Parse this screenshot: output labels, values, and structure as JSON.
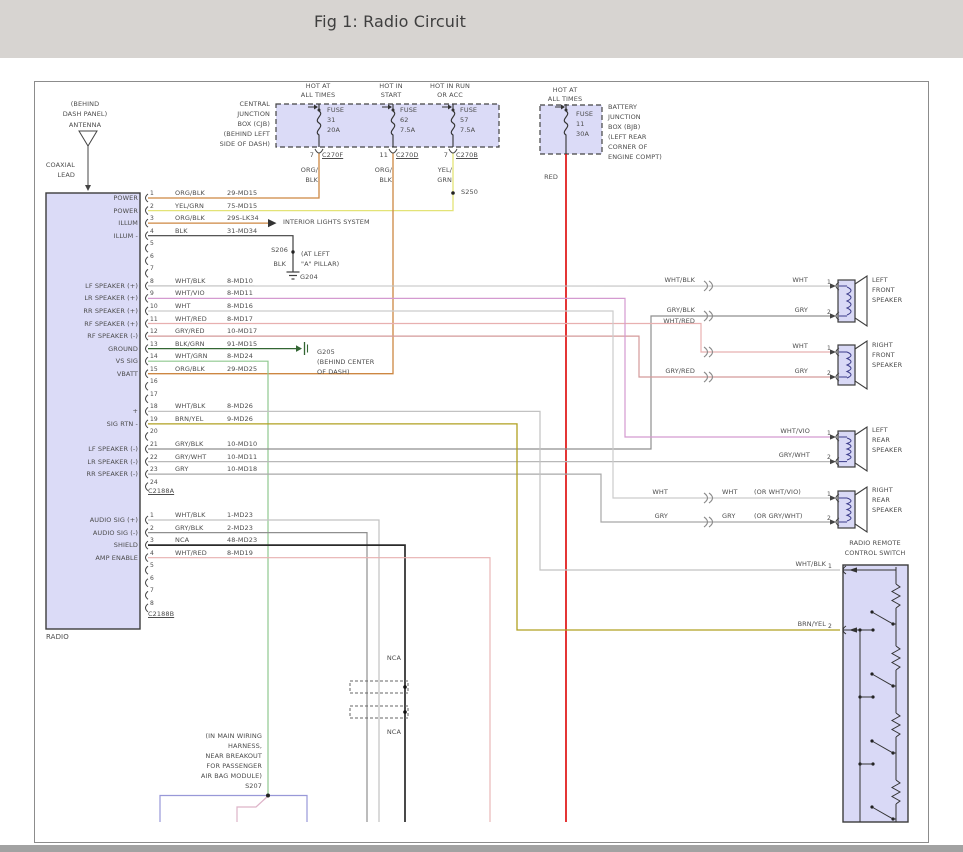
{
  "title": "Fig 1: Radio Circuit",
  "antenna": {
    "l1": "(BEHIND",
    "l2": "DASH PANEL)",
    "l3": "ANTENNA",
    "c1": "COAXIAL",
    "c2": "LEAD"
  },
  "cjb": {
    "t1": "CENTRAL",
    "t2": "JUNCTION",
    "t3": "BOX (CJB)",
    "t4": "(BEHIND LEFT",
    "t5": "SIDE OF DASH)"
  },
  "bjb": {
    "t1": "BATTERY",
    "t2": "JUNCTION",
    "t3": "BOX (BJB)",
    "t4": "(LEFT REAR",
    "t5": "CORNER OF",
    "t6": "ENGINE COMPT)",
    "wire": "RED"
  },
  "fuses": [
    {
      "h1": "HOT AT",
      "h2": "ALL TIMES",
      "f": "FUSE",
      "n": "31",
      "a": "20A",
      "pin": "7",
      "conn": "C270F",
      "w1": "ORG/",
      "w2": "BLK"
    },
    {
      "h1": "HOT IN",
      "h2": "START",
      "f": "FUSE",
      "n": "62",
      "a": "7.5A",
      "pin": "11",
      "conn": "C270D",
      "w1": "ORG/",
      "w2": "BLK"
    },
    {
      "h1": "HOT IN RUN",
      "h2": "OR ACC",
      "f": "FUSE",
      "n": "57",
      "a": "7.5A",
      "pin": "7",
      "conn": "C270B",
      "w1": "YEL/",
      "w2": "GRN"
    },
    {
      "h1": "HOT AT",
      "h2": "ALL TIMES",
      "f": "FUSE",
      "n": "11",
      "a": "30A"
    }
  ],
  "s250": "S250",
  "interior_lights": "INTERIOR LIGHTS SYSTEM",
  "s206": {
    "name": "S206",
    "wire": "BLK",
    "p1": "(AT LEFT",
    "p2": "\"A\" PILLAR)",
    "gnd": "G204"
  },
  "g205": {
    "name": "G205",
    "p1": "(BEHIND CENTER",
    "p2": "OF DASH)"
  },
  "radio": {
    "label": "RADIO",
    "connA": {
      "id": "C2188A",
      "rows": [
        {
          "n": "1",
          "label": "POWER",
          "color": "ORG/BLK",
          "circuit": "29-MD15"
        },
        {
          "n": "2",
          "label": "POWER",
          "color": "YEL/GRN",
          "circuit": "75-MD15"
        },
        {
          "n": "3",
          "label": "ILLUM",
          "color": "ORG/BLK",
          "circuit": "29S-LK34"
        },
        {
          "n": "4",
          "label": "ILLUM -",
          "color": "BLK",
          "circuit": "31-MD34"
        },
        {
          "n": "5"
        },
        {
          "n": "6"
        },
        {
          "n": "7"
        },
        {
          "n": "8",
          "label": "LF SPEAKER (+)",
          "color": "WHT/BLK",
          "circuit": "8-MD10"
        },
        {
          "n": "9",
          "label": "LR SPEAKER (+)",
          "color": "WHT/VIO",
          "circuit": "8-MD11"
        },
        {
          "n": "10",
          "label": "RR SPEAKER (+)",
          "color": "WHT",
          "circuit": "8-MD16"
        },
        {
          "n": "11",
          "label": "RF SPEAKER (+)",
          "color": "WHT/RED",
          "circuit": "8-MD17"
        },
        {
          "n": "12",
          "label": "RF SPEAKER (-)",
          "color": "GRY/RED",
          "circuit": "10-MD17"
        },
        {
          "n": "13",
          "label": "GROUND",
          "color": "BLK/GRN",
          "circuit": "91-MD15"
        },
        {
          "n": "14",
          "label": "VS SIG",
          "color": "WHT/GRN",
          "circuit": "8-MD24"
        },
        {
          "n": "15",
          "label": "VBATT",
          "color": "ORG/BLK",
          "circuit": "29-MD25"
        },
        {
          "n": "16"
        },
        {
          "n": "17"
        },
        {
          "n": "18",
          "label": "+",
          "color": "WHT/BLK",
          "circuit": "8-MD26"
        },
        {
          "n": "19",
          "label": "SIG RTN -",
          "color": "BRN/YEL",
          "circuit": "9-MD26"
        },
        {
          "n": "20"
        },
        {
          "n": "21",
          "label": "LF SPEAKER (-)",
          "color": "GRY/BLK",
          "circuit": "10-MD10"
        },
        {
          "n": "22",
          "label": "LR SPEAKER (-)",
          "color": "GRY/WHT",
          "circuit": "10-MD11"
        },
        {
          "n": "23",
          "label": "RR SPEAKER (-)",
          "color": "GRY",
          "circuit": "10-MD18"
        },
        {
          "n": "24"
        }
      ]
    },
    "connB": {
      "id": "C2188B",
      "rows": [
        {
          "n": "1",
          "label": "AUDIO SIG (+)",
          "color": "WHT/BLK",
          "circuit": "1-MD23"
        },
        {
          "n": "2",
          "label": "AUDIO SIG (-)",
          "color": "GRY/BLK",
          "circuit": "2-MD23"
        },
        {
          "n": "3",
          "label": "SHIELD",
          "color": "NCA",
          "circuit": "48-MD23"
        },
        {
          "n": "4",
          "label": "AMP ENABLE",
          "color": "WHT/RED",
          "circuit": "8-MD19"
        },
        {
          "n": "5"
        },
        {
          "n": "6"
        },
        {
          "n": "7"
        },
        {
          "n": "8"
        }
      ]
    }
  },
  "speakers": [
    {
      "name": [
        "LEFT",
        "FRONT",
        "SPEAKER"
      ],
      "p1": "1",
      "p2": "2",
      "w1_left": "WHT/BLK",
      "w1_right": "WHT",
      "w2_left": "GRY/BLK",
      "w2_right": "GRY"
    },
    {
      "name": [
        "RIGHT",
        "FRONT",
        "SPEAKER"
      ],
      "p1": "1",
      "p2": "2",
      "w1_left": "WHT/RED",
      "w1_right": "WHT",
      "w2_left": "GRY/RED",
      "w2_right": "GRY"
    },
    {
      "name": [
        "LEFT",
        "REAR",
        "SPEAKER"
      ],
      "p1": "1",
      "p2": "2",
      "w1_right": "WHT/VIO",
      "w2_right": "GRY/WHT"
    },
    {
      "name": [
        "RIGHT",
        "REAR",
        "SPEAKER"
      ],
      "p1": "1",
      "p2": "2",
      "w1_left": "WHT",
      "w1_mid": "WHT",
      "w1_or": "(OR WHT/VIO)",
      "w2_left": "GRY",
      "w2_mid": "GRY",
      "w2_or": "(OR GRY/WHT)"
    }
  ],
  "remote": {
    "t1": "RADIO REMOTE",
    "t2": "CONTROL SWITCH",
    "p1": "1",
    "p2": "2",
    "w1": "WHT/BLK",
    "w2": "BRN/YEL"
  },
  "s207": {
    "lines": [
      "(IN MAIN WIRING",
      "HARNESS,",
      "NEAR BREAKOUT",
      "FOR PASSENGER",
      "AIR BAG MODULE)"
    ],
    "name": "S207"
  },
  "nca": {
    "a": "NCA",
    "b": "NCA"
  },
  "colors": {
    "org_blk": "#cd8742",
    "yel_grn": "#e3e377",
    "red": "#e01212",
    "blk": "#3f3f3f",
    "wht_blk": "#c2c2c2",
    "wht_vio": "#d49ad0",
    "wht": "#cccccc",
    "wht_red": "#e8b0b0",
    "gry_red": "#d49a9a",
    "blk_grn": "#336633",
    "wht_grn": "#8fc88f",
    "brn_yel": "#b0a020",
    "gry_blk": "#8f8f8f",
    "gry_wht": "#b8b8b8",
    "gry": "#a8a8a8",
    "violet": "#9898d8",
    "pink": "#ddb3c8",
    "box_fill": "#dbdbf7"
  }
}
